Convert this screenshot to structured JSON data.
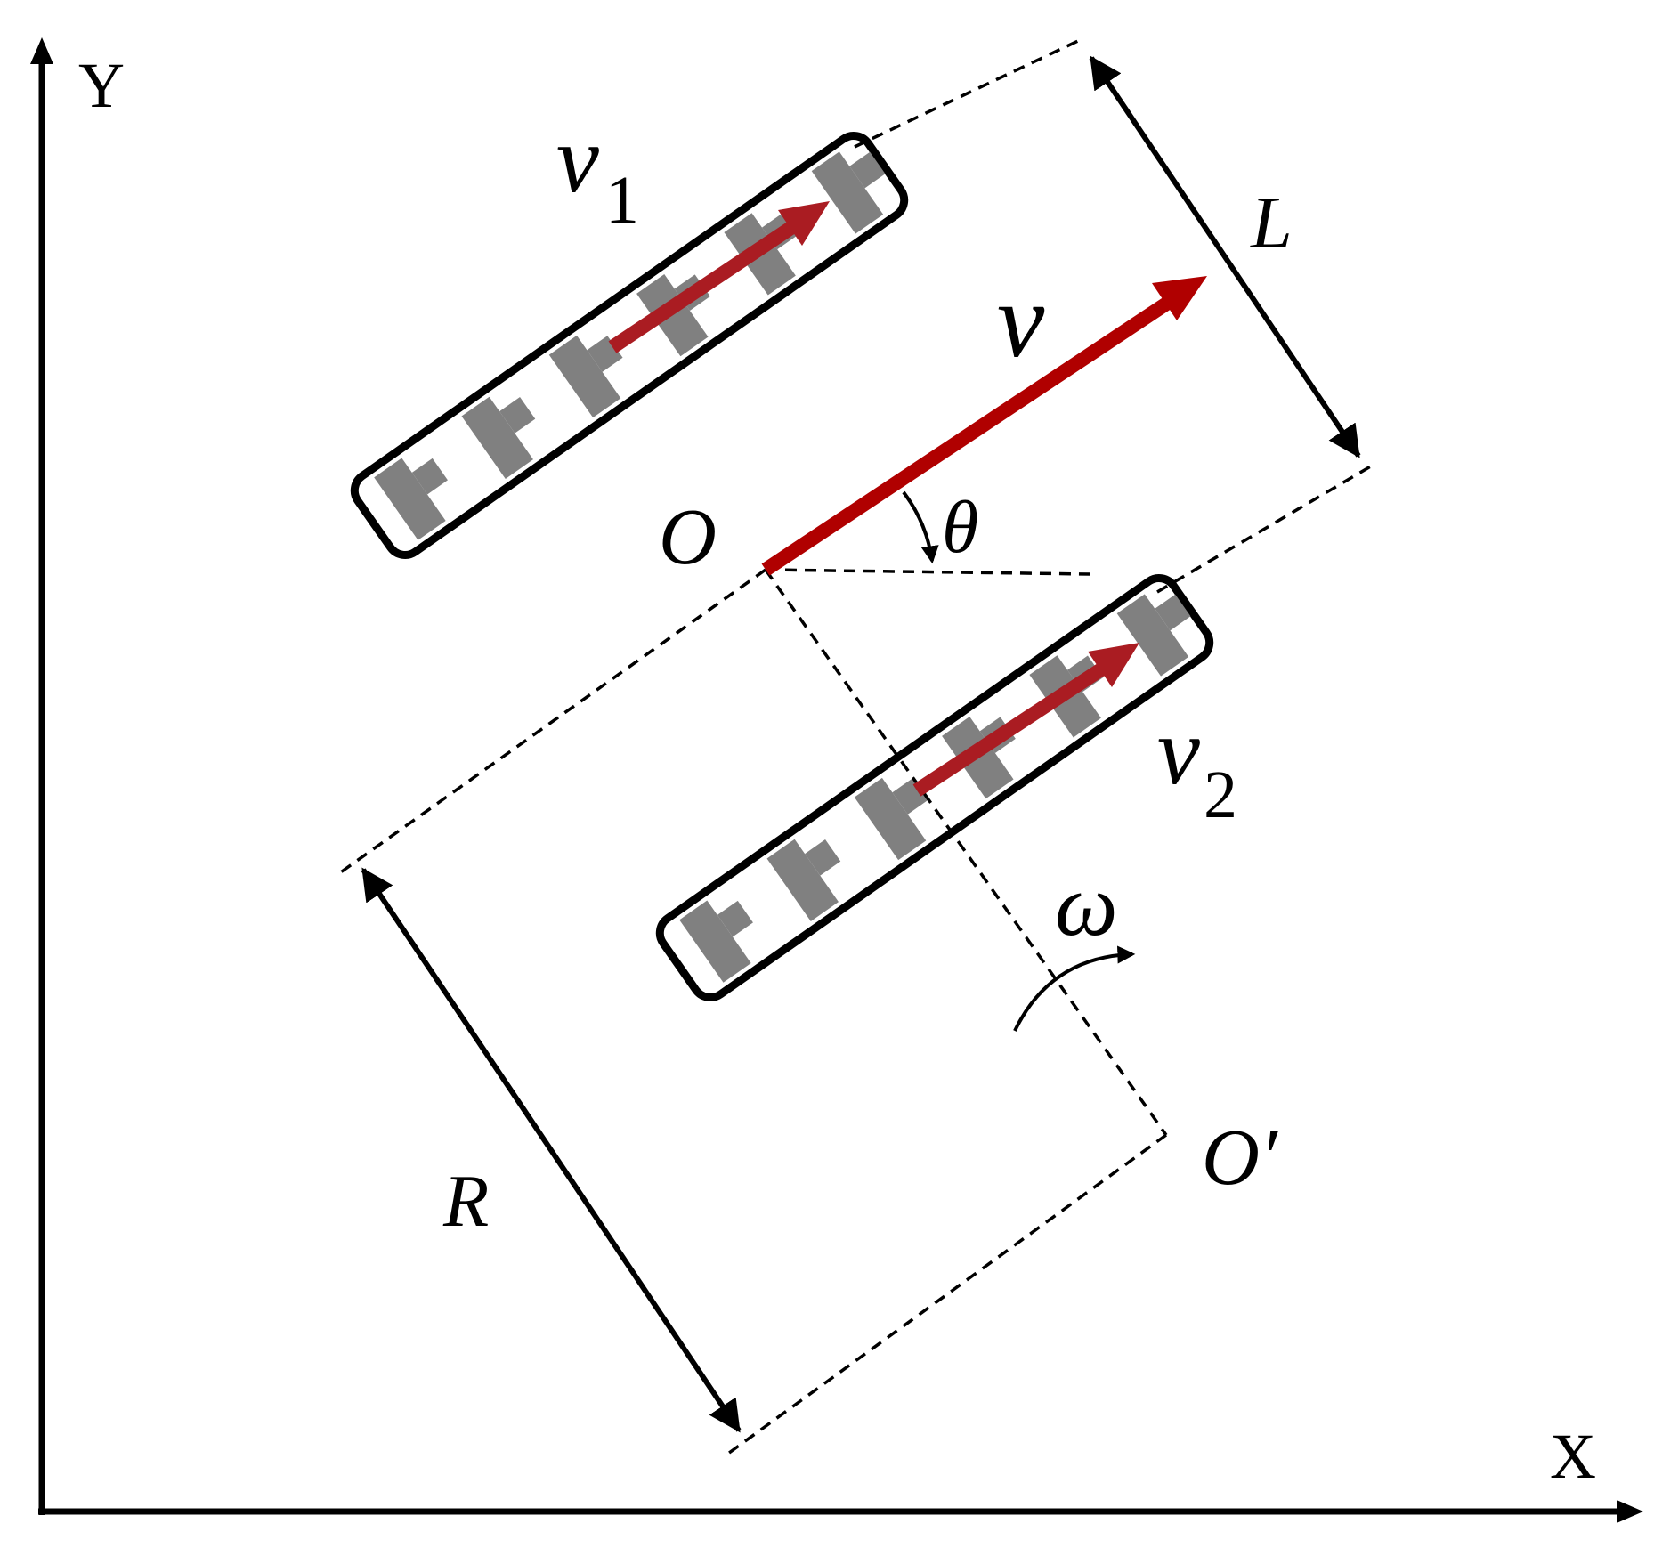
{
  "axes": {
    "x_label": "X",
    "y_label": "Y"
  },
  "labels": {
    "v": "v",
    "v1_main": "v",
    "v1_sub": "1",
    "v2_main": "v",
    "v2_sub": "2",
    "L": "L",
    "R": "R",
    "O": "O",
    "O_prime": "O′",
    "theta": "θ",
    "omega": "ω"
  },
  "colors": {
    "velocity_arrow": "#b00000",
    "track_arrow": "#aa1c22",
    "tread": "#808080",
    "lines": "#000000"
  },
  "icons": {
    "left_track": "crawler-track-icon",
    "right_track": "crawler-track-icon"
  }
}
